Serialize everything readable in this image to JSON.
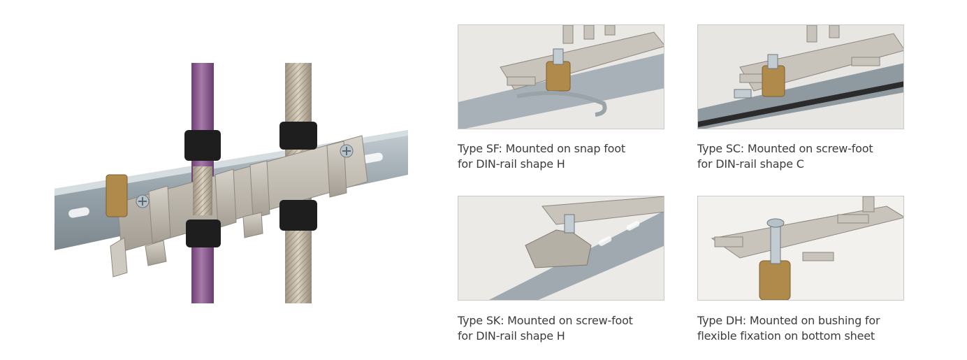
{
  "images": [
    {
      "name": "din-rail-mounted-shield-clamps-photo",
      "description": ""
    }
  ],
  "variants": [
    {
      "line1": "Type SF: Mounted on snap foot",
      "line2": "for DIN-rail shape H"
    },
    {
      "line1": "Type SC: Mounted on screw-foot",
      "line2": "for DIN-rail shape C"
    },
    {
      "line1": "Type SK: Mounted on screw-foot",
      "line2": "for DIN-rail shape H"
    },
    {
      "line1": "Type DH: Mounted on bushing for",
      "line2": "flexible fixation on bottom sheet"
    }
  ],
  "colors": {
    "rail": "#9aa6ad",
    "steel": "#b8b3aa",
    "cable_purple": "#8a5a8f",
    "braid": "#bdb3a3",
    "brass": "#b08a4a",
    "clip_black": "#1e1e1e",
    "caption_text": "#3c3c3c"
  }
}
